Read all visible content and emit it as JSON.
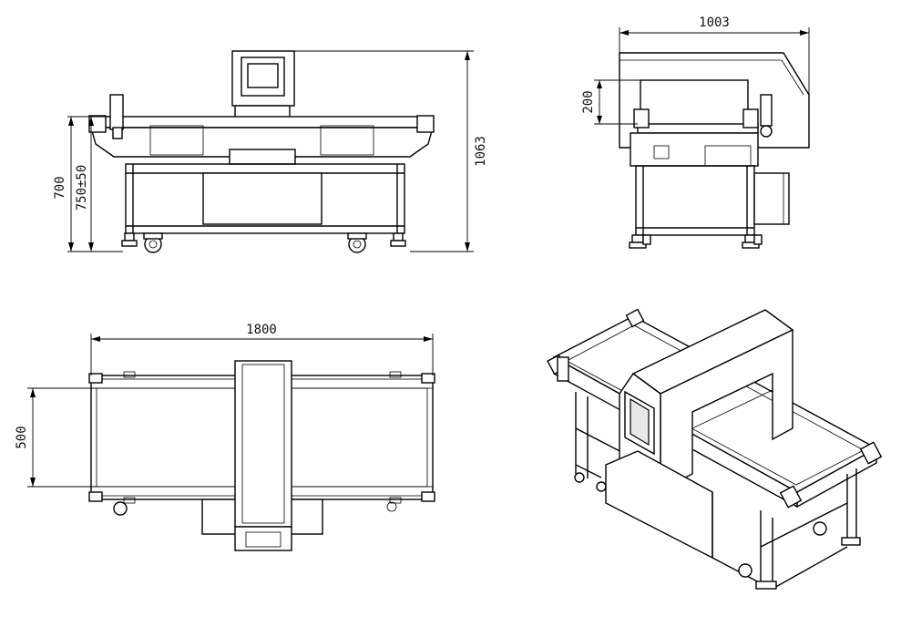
{
  "dimensions": {
    "front_height_total": "1063",
    "front_height_belt_range": "750±50",
    "front_height_700": "700",
    "side_width": "1003",
    "side_aperture_height": "200",
    "top_length": "1800",
    "top_belt_width": "500"
  }
}
